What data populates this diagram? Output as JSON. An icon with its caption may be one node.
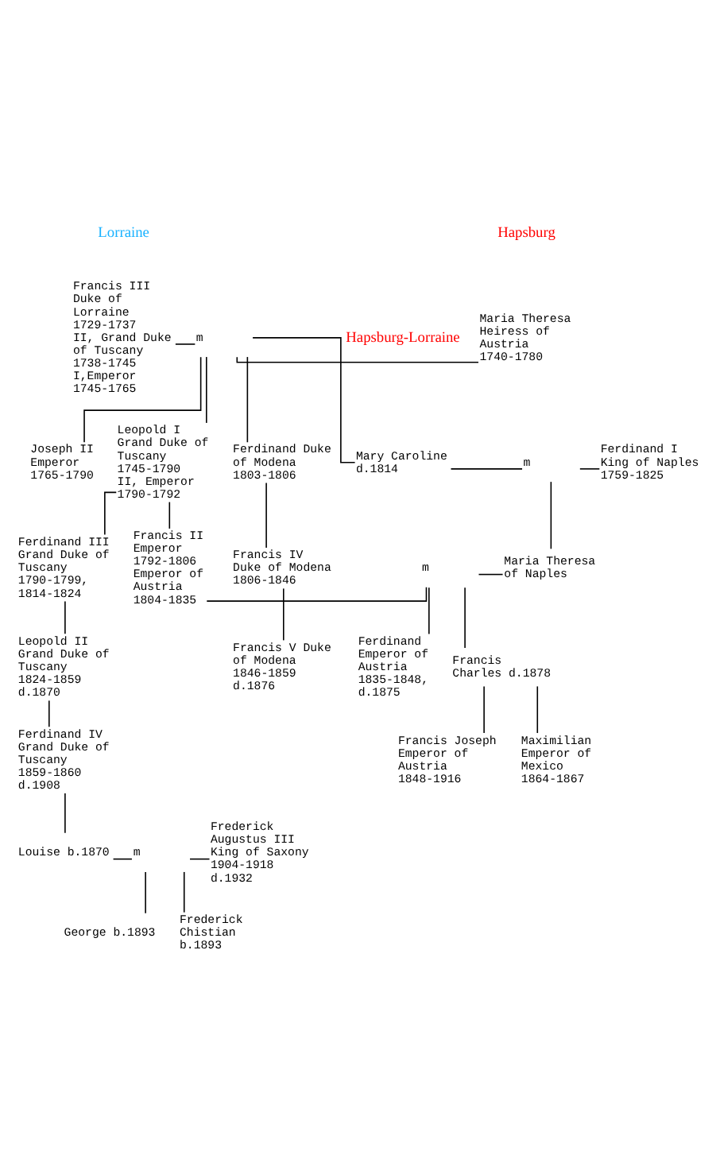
{
  "diagram": {
    "nodes": [
      {
        "text": [
          "Francis III Duke of Lorraine 1729-1737",
          "II, Grand Duke of Tuscany 1738-1745",
          "I,Emperor 1745-1765"
        ]
      },
      {
        "text": [
          "m"
        ]
      },
      {
        "text": [
          "Maria Theresa Heiress of Austria 1740-1780"
        ]
      },
      {
        "text": [
          "Joseph II Emperor 1765-1790"
        ]
      },
      {
        "text": [
          "Leopold I Grand Duke of Tuscany 1745-1790",
          "II, Emperor 1790-1792"
        ]
      },
      {
        "text": [
          "Mary Caroline d.1814"
        ]
      },
      {
        "text": [
          "m"
        ]
      },
      {
        "text": [
          "Ferdinand I King of Naples 1759-1825"
        ]
      },
      {
        "text": [
          "Ferdinand Duke of Modena 1803-1806"
        ]
      },
      {
        "text": [
          "Ferdinand III Grand Duke of Tuscany 1790-1799, 1814-1824"
        ]
      },
      {
        "text": [
          "Francis II Emperor 1792-1806 Emperor of Austria 1804-1835"
        ]
      },
      {
        "text": [
          "m"
        ]
      },
      {
        "text": [
          "Maria Theresa of Naples"
        ]
      },
      {
        "text": [
          "Francis IV Duke of Modena 1806-1846"
        ]
      },
      {
        "text": [
          "Leopold II Grand Duke of Tuscany 1824-1859 d.1870"
        ]
      },
      {
        "text": [
          "Ferdinand Emperor of Austria 1835-1848, d.1875"
        ]
      },
      {
        "text": [
          "Francis Charles d.1878"
        ]
      },
      {
        "text": [
          "Francis V Duke of Modena 1846-1859 d.1876"
        ]
      },
      {
        "text": [
          "Ferdinand IV Grand Duke of Tuscany 1859-1860 d.1908"
        ]
      },
      {
        "text": [
          "Francis Joseph Emperor of Austria 1848-1916"
        ]
      },
      {
        "text": [
          "Maximilian Emperor of Mexico 1864-1867"
        ]
      },
      {
        "text": [
          "Louise b.1870"
        ]
      },
      {
        "text": [
          "m"
        ]
      },
      {
        "text": [
          "Frederick Augustus III King of Saxony 1904-1918 d.1932"
        ]
      },
      {
        "text": [
          "George b.1893"
        ]
      },
      {
        "text": [
          "Frederick Chistian b.1893"
        ]
      }
    ],
    "edges": [
      {
        "from": 0,
        "to": 1,
        "arrow": "none"
      },
      {
        "from": 1,
        "to": 2,
        "arrow": "none"
      },
      {
        "from": 1,
        "to": 3,
        "arrow": "none"
      },
      {
        "from": 1,
        "to": 4,
        "arrow": "none"
      },
      {
        "from": 1,
        "to": 5,
        "arrow": "none"
      },
      {
        "from": 1,
        "to": 8,
        "arrow": "none"
      },
      {
        "from": 5,
        "to": 6,
        "arrow": "none"
      },
      {
        "from": 6,
        "to": 7,
        "arrow": "none"
      },
      {
        "from": 4,
        "to": 9,
        "arrow": "none"
      },
      {
        "from": 4,
        "to": 10,
        "arrow": "none"
      },
      {
        "from": 10,
        "to": 11,
        "arrow": "none"
      },
      {
        "from": 11,
        "to": 12,
        "arrow": "none"
      },
      {
        "from": 6,
        "to": 12,
        "arrow": "none"
      },
      {
        "from": 8,
        "to": 13,
        "arrow": "none"
      },
      {
        "from": 9,
        "to": 14,
        "arrow": "none"
      },
      {
        "from": 11,
        "to": 15,
        "arrow": "none"
      },
      {
        "from": 11,
        "to": 16,
        "arrow": "none"
      },
      {
        "from": 13,
        "to": 17,
        "arrow": "none"
      },
      {
        "from": 14,
        "to": 18,
        "arrow": "none"
      },
      {
        "from": 16,
        "to": 19,
        "arrow": "none"
      },
      {
        "from": 16,
        "to": 20,
        "arrow": "none"
      },
      {
        "from": 18,
        "to": 21,
        "arrow": "none"
      },
      {
        "from": 21,
        "to": 22,
        "arrow": "none"
      },
      {
        "from": 22,
        "to": 23,
        "arrow": "none"
      },
      {
        "from": 22,
        "to": 24,
        "arrow": "none"
      },
      {
        "from": 22,
        "to": 25,
        "arrow": "none"
      }
    ],
    "labels": [
      "Lorraine",
      "Hapsburg",
      "Hapsburg-Lorraine"
    ]
  }
}
